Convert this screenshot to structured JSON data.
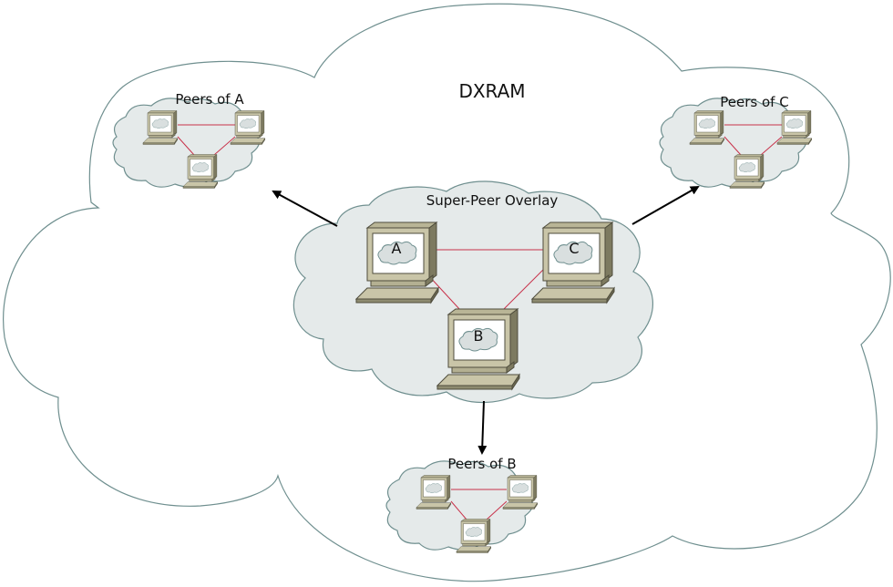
{
  "title": "DXRAM",
  "overlay_label": "Super-Peer Overlay",
  "groups": {
    "a": {
      "label": "Peers of A"
    },
    "b": {
      "label": "Peers of B"
    },
    "c": {
      "label": "Peers of C"
    }
  },
  "super_peers": {
    "a": "A",
    "b": "B",
    "c": "C"
  },
  "colors": {
    "cloud_outline": "#6f8f8f",
    "inner_cloud_fill": "#e5eaea",
    "link": "#c8324a",
    "arrow": "#000000",
    "computer_body": "#c9c5a8",
    "computer_dark": "#7d7a60"
  }
}
